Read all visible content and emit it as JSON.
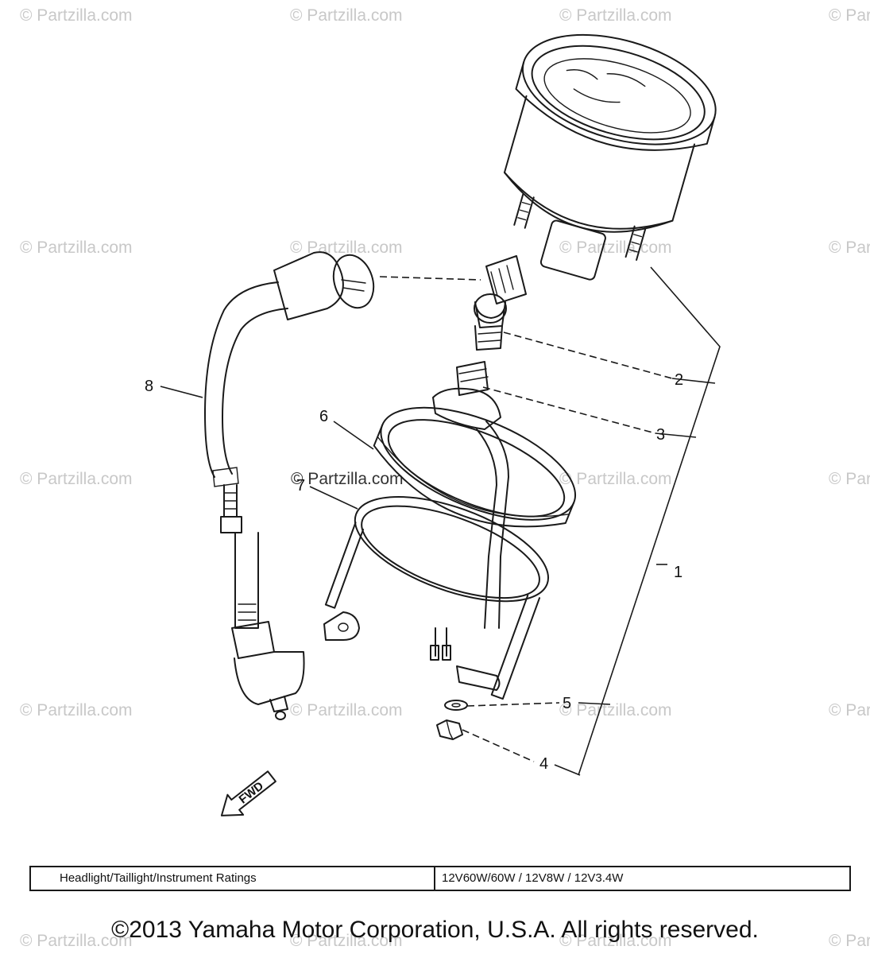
{
  "watermark": "© Partzilla.com",
  "callouts": {
    "c1": "1",
    "c2": "2",
    "c3": "3",
    "c4": "4",
    "c5": "5",
    "c6": "6",
    "c7": "7",
    "c8": "8"
  },
  "fwd_label": "FWD",
  "ratings": {
    "label": "Headlight/Taillight/Instrument Ratings",
    "value": "12V60W/60W   /   12V8W   /   12V3.4W"
  },
  "copyright": "©2013  Yamaha Motor Corporation, U.S.A. All rights reserved."
}
